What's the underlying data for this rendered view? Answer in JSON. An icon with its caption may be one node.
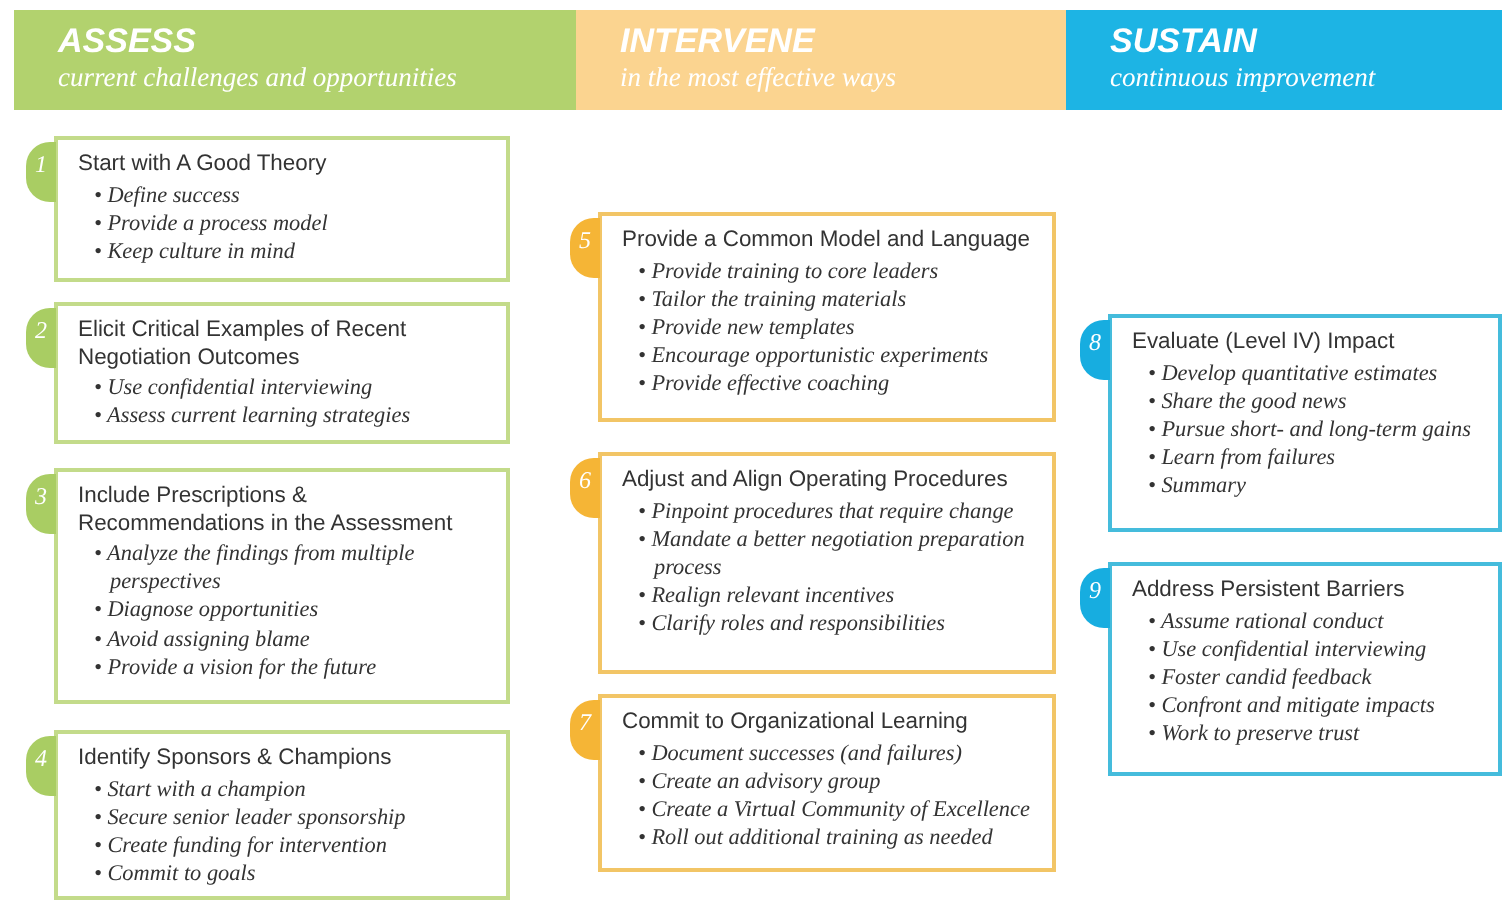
{
  "diagram": {
    "nodes": [
      {
        "text": [
          "ASSESS",
          "current challenges and opportunities"
        ]
      },
      {
        "text": [
          "INTERVENE",
          "in the most effective ways"
        ]
      },
      {
        "text": [
          "SUSTAIN",
          "continuous improvement"
        ]
      },
      {
        "text": [
          "1",
          "Start with A Good Theory",
          "• Define success",
          "• Provide a process model",
          "• Keep culture in mind"
        ]
      },
      {
        "text": [
          "2",
          "Elicit Critical Examples of Recent Negotiation Outcomes",
          "• Use confidential interviewing",
          "• Assess current learning strategies"
        ]
      },
      {
        "text": [
          "3",
          "Include Prescriptions & Recommendations in the Assessment",
          "• Analyze the findings from multiple perspectives",
          "• Diagnose opportunities",
          "• Avoid assigning blame",
          "• Provide a vision for the future"
        ]
      },
      {
        "text": [
          "4",
          "Identify Sponsors & Champions",
          "• Start with a champion",
          "• Secure senior leader sponsorship",
          "• Create funding for intervention",
          "• Commit to goals"
        ]
      },
      {
        "text": [
          "5",
          "Provide a Common Model and Language",
          "• Provide training to core leaders",
          "• Tailor the training materials",
          "• Provide new templates",
          "• Encourage opportunistic experiments",
          "• Provide effective coaching"
        ]
      },
      {
        "text": [
          "6",
          "Adjust and Align Operating Procedures",
          "• Pinpoint procedures that require change",
          "• Mandate a better negotiation preparation process",
          "• Realign relevant incentives",
          "• Clarify roles and responsibilities"
        ]
      },
      {
        "text": [
          "7",
          "Commit to Organizational Learning",
          "• Document successes (and failures)",
          "• Create an advisory group",
          "• Create a Virtual Community of Excellence",
          "• Roll out additional training as needed"
        ]
      },
      {
        "text": [
          "8",
          "Evaluate (Level IV) Impact",
          "• Develop quantitative estimates",
          "• Share the good news",
          "• Pursue short- and long-term gains",
          "• Learn from failures",
          "• Summary"
        ]
      },
      {
        "text": [
          "9",
          "Address Persistent Barriers",
          "• Assume rational conduct",
          "• Use confidential interviewing",
          "• Foster candid feedback",
          "• Confront and mitigate impacts",
          "• Work to preserve trust"
        ]
      }
    ]
  }
}
